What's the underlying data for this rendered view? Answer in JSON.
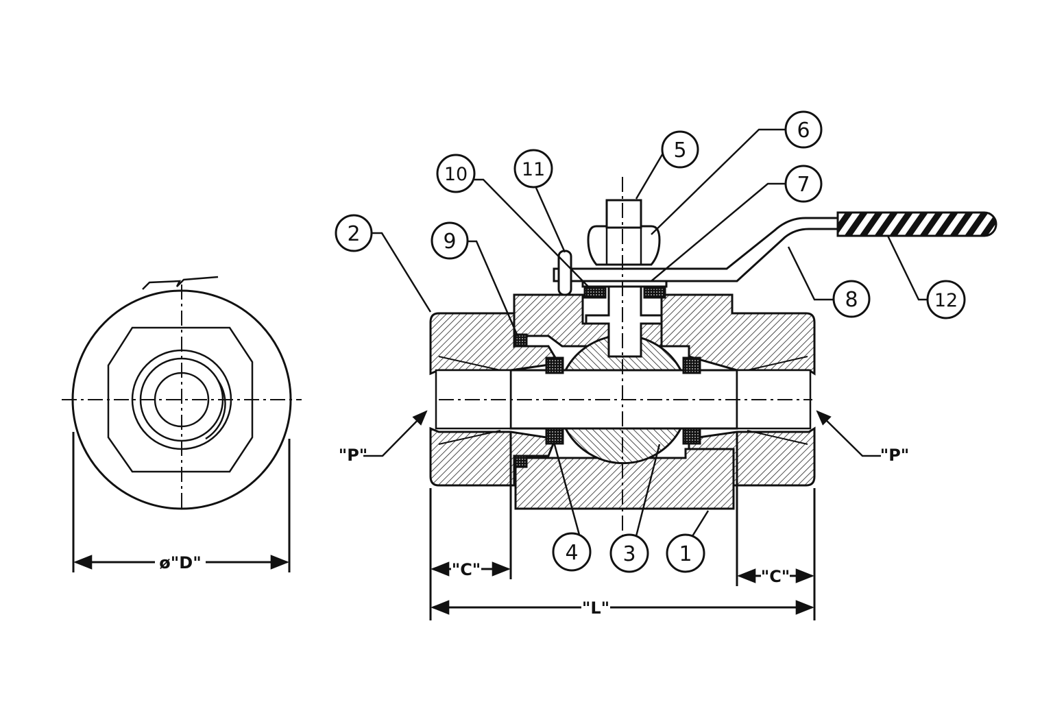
{
  "colors": {
    "ink": "#111111",
    "paper": "#ffffff"
  },
  "callouts": [
    {
      "id": "1",
      "label": "1"
    },
    {
      "id": "2",
      "label": "2"
    },
    {
      "id": "3",
      "label": "3"
    },
    {
      "id": "4",
      "label": "4"
    },
    {
      "id": "5",
      "label": "5"
    },
    {
      "id": "6",
      "label": "6"
    },
    {
      "id": "7",
      "label": "7"
    },
    {
      "id": "8",
      "label": "8"
    },
    {
      "id": "9",
      "label": "9"
    },
    {
      "id": "10",
      "label": "10"
    },
    {
      "id": "11",
      "label": "11"
    },
    {
      "id": "12",
      "label": "12"
    }
  ],
  "dimensions": {
    "diameter": "ø\"D\"",
    "port_left": "\"P\"",
    "port_right": "\"P\"",
    "socket_left": "\"C\"",
    "socket_right": "\"C\"",
    "length": "\"L\""
  }
}
